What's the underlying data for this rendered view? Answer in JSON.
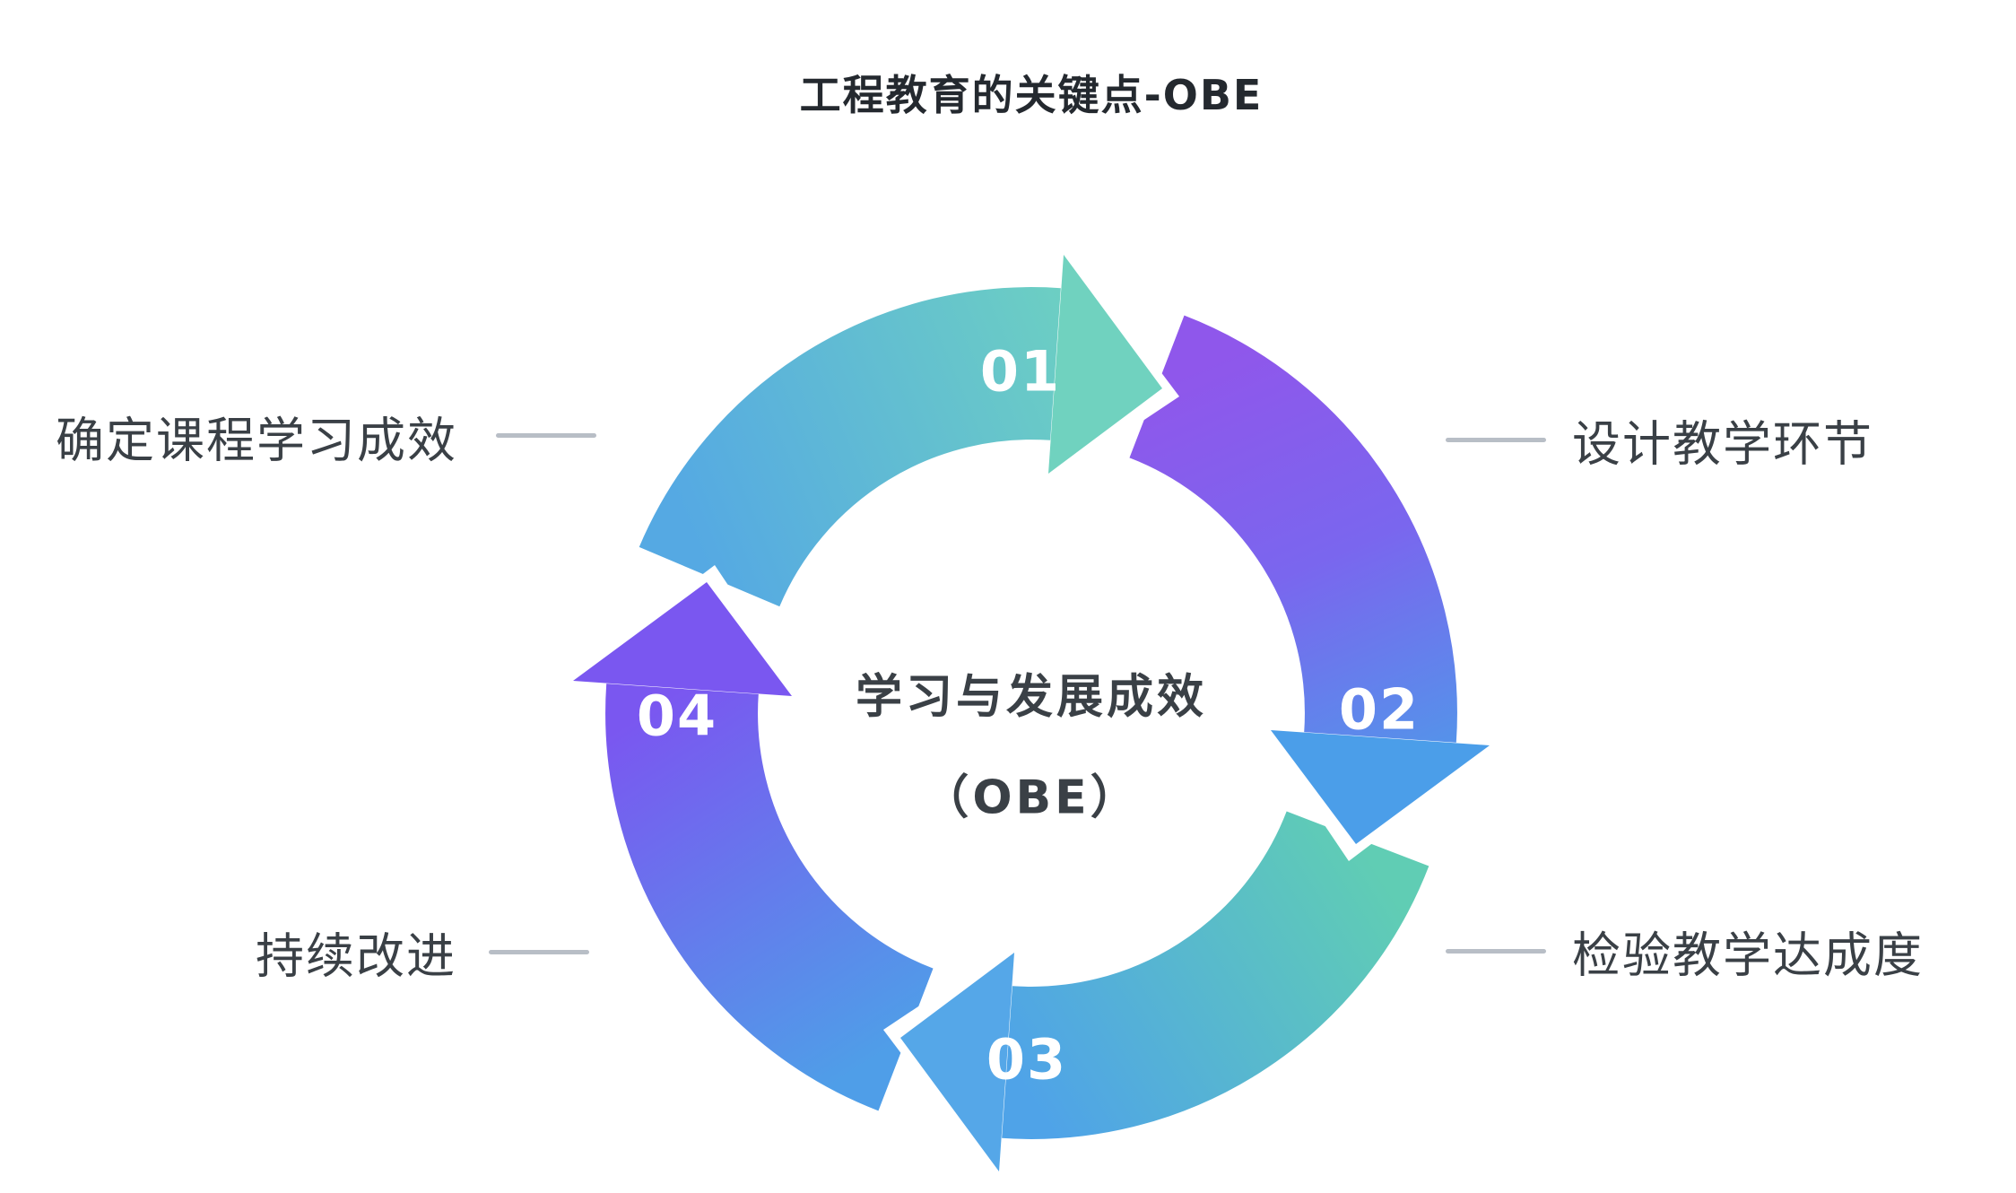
{
  "title": "工程教育的关键点-OBE",
  "center": {
    "line1": "学习与发展成效",
    "line2": "（OBE）"
  },
  "steps": [
    {
      "number": "01",
      "label": "确定课程学习成效",
      "position": "top",
      "callout_side": "left-top",
      "arrow_color": "#70D2BF"
    },
    {
      "number": "02",
      "label": "设计教学环节",
      "position": "right",
      "callout_side": "right-top",
      "arrow_color": "#4B9EE9"
    },
    {
      "number": "03",
      "label": "检验教学达成度",
      "position": "bottom",
      "callout_side": "right-bottom",
      "arrow_color": "#55A7E8"
    },
    {
      "number": "04",
      "label": "持续改进",
      "position": "left",
      "callout_side": "left-bottom",
      "arrow_color": "#7A57F0"
    }
  ],
  "colors": {
    "teal": "#6FD3BF",
    "sky_blue": "#55A9E3",
    "purple": "#9155EC",
    "blue": "#4C9DE9",
    "violet": "#7A57F0",
    "title_text": "#24292F",
    "body_text": "#3A4046",
    "connector_gray": "#B8BEC6",
    "number_text": "#FFFFFF"
  }
}
